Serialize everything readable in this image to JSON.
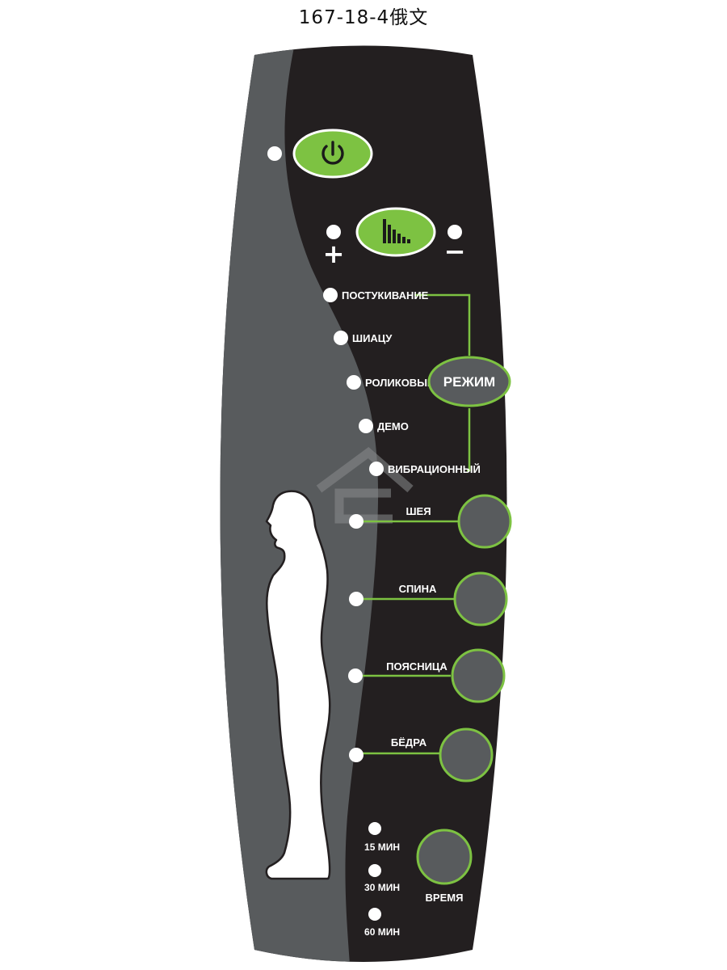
{
  "document": {
    "title": "167-18-4俄文"
  },
  "colors": {
    "panel_black": "#231f20",
    "panel_gray": "#585b5d",
    "accent_green": "#7dc242",
    "button_gray": "#585b5d",
    "indicator_white": "#ffffff"
  },
  "controls": {
    "power": {
      "icon": "power-icon"
    },
    "intensity": {
      "icon": "bars-icon",
      "plus": "+",
      "minus": "−"
    },
    "mode": {
      "button_label": "РЕЖИМ",
      "items": [
        "ПОСТУКИВАНИЕ",
        "ШИАЦУ",
        "РОЛИКОВЫЙ",
        "ДЕМО",
        "ВИБРАЦИОННЫЙ"
      ]
    },
    "zones": [
      {
        "label": "ШЕЯ"
      },
      {
        "label": "СПИНА"
      },
      {
        "label": "ПОЯСНИЦА"
      },
      {
        "label": "БЁДРА"
      }
    ],
    "timer": {
      "button_label": "ВРЕМЯ",
      "options": [
        "15 МИН",
        "30 МИН",
        "60 МИН"
      ]
    }
  }
}
